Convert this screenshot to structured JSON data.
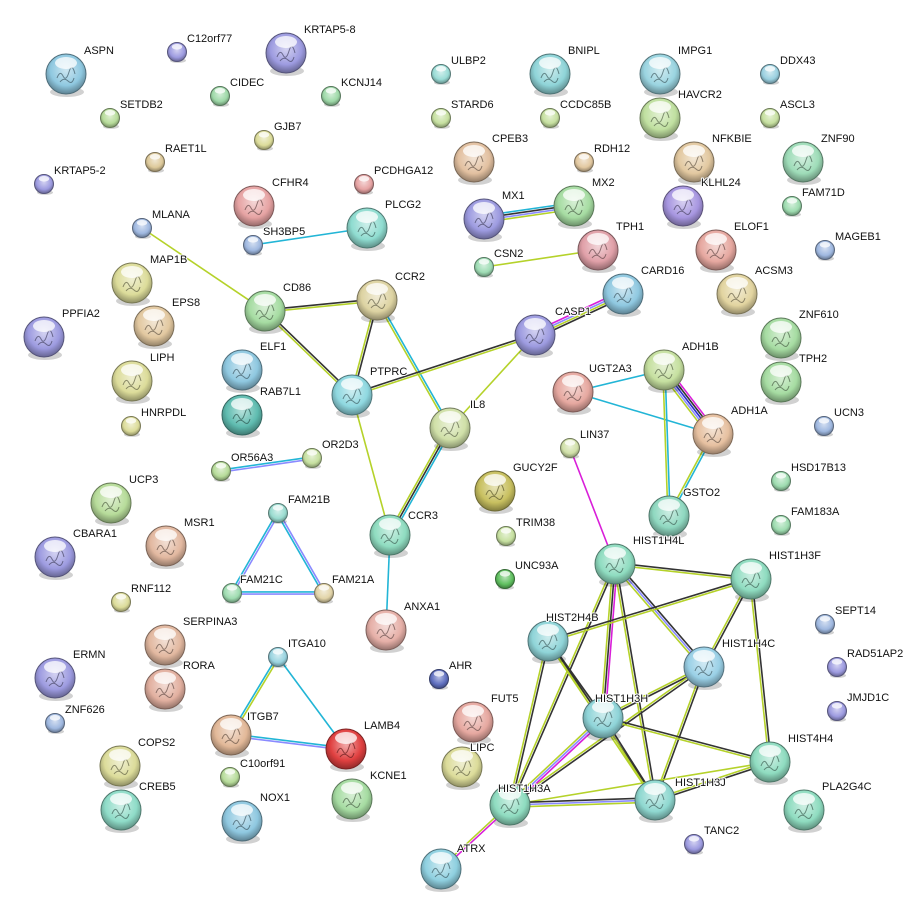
{
  "title": "Protein interaction network",
  "edge_colors": {
    "coexpression": "#333333",
    "textmining": "#b5d22a",
    "database": "#22b5d6",
    "experiment": "#d91ed9",
    "homology": "#8a8aff",
    "neighborhood": "#2a2ac8"
  },
  "nodes": [
    {
      "id": "ASPN",
      "c": "#8fc8e0",
      "big": true
    },
    {
      "id": "C12orf77",
      "c": "#9d9be0",
      "big": false
    },
    {
      "id": "KRTAP5-8",
      "c": "#9d9be0",
      "big": true
    },
    {
      "id": "CIDEC",
      "c": "#9ed9a8",
      "big": false
    },
    {
      "id": "KCNJ14",
      "c": "#9ed9a8",
      "big": false
    },
    {
      "id": "SETDB2",
      "c": "#b7dc9a",
      "big": false
    },
    {
      "id": "GJB7",
      "c": "#dcdc9a",
      "big": false
    },
    {
      "id": "RAET1L",
      "c": "#ddc99a",
      "big": false
    },
    {
      "id": "KRTAP5-2",
      "c": "#9d9be0",
      "big": false
    },
    {
      "id": "CFHR4",
      "c": "#e6a3a3",
      "big": true
    },
    {
      "id": "PCDHGA12",
      "c": "#e6a3a3",
      "big": false
    },
    {
      "id": "MLANA",
      "c": "#9fb8e0",
      "big": false
    },
    {
      "id": "SH3BP5",
      "c": "#9fb8e0",
      "big": false
    },
    {
      "id": "PLCG2",
      "c": "#8fdcd0",
      "big": true
    },
    {
      "id": "MAP1B",
      "c": "#dcdc9a",
      "big": true
    },
    {
      "id": "CD86",
      "c": "#a6dca2",
      "big": true
    },
    {
      "id": "CCR2",
      "c": "#ddd3a2",
      "big": true
    },
    {
      "id": "ULBP2",
      "c": "#9adcd6",
      "big": false
    },
    {
      "id": "STARD6",
      "c": "#c6e0a0",
      "big": false
    },
    {
      "id": "CPEB3",
      "c": "#e2c0a0",
      "big": true
    },
    {
      "id": "BNIPL",
      "c": "#8fd4d8",
      "big": true
    },
    {
      "id": "CCDC85B",
      "c": "#c6e0a0",
      "big": false
    },
    {
      "id": "RDH12",
      "c": "#e2c8a0",
      "big": false
    },
    {
      "id": "MX1",
      "c": "#9d9be0",
      "big": true
    },
    {
      "id": "MX2",
      "c": "#a6dca2",
      "big": true
    },
    {
      "id": "CSN2",
      "c": "#9edcb4",
      "big": false
    },
    {
      "id": "TPH1",
      "c": "#e0a0a8",
      "big": true
    },
    {
      "id": "IMPG1",
      "c": "#9ad4e0",
      "big": true
    },
    {
      "id": "HAVCR2",
      "c": "#c0e0a0",
      "big": true
    },
    {
      "id": "NFKBIE",
      "c": "#e2c8a0",
      "big": true
    },
    {
      "id": "KLHL24",
      "c": "#a796e0",
      "big": true
    },
    {
      "id": "DDX43",
      "c": "#9ad0e0",
      "big": false
    },
    {
      "id": "ASCL3",
      "c": "#c6e0a0",
      "big": false
    },
    {
      "id": "ZNF90",
      "c": "#9edcb8",
      "big": true
    },
    {
      "id": "FAM71D",
      "c": "#9edcb0",
      "big": false
    },
    {
      "id": "ELOF1",
      "c": "#e6a8a0",
      "big": true
    },
    {
      "id": "MAGEB1",
      "c": "#9fb8e0",
      "big": false
    },
    {
      "id": "CARD16",
      "c": "#8fc8e0",
      "big": true
    },
    {
      "id": "ACSM3",
      "c": "#e2d4a0",
      "big": true
    },
    {
      "id": "CASP1",
      "c": "#9d9be0",
      "big": true
    },
    {
      "id": "PPFIA2",
      "c": "#9d9be0",
      "big": true
    },
    {
      "id": "EPS8",
      "c": "#e2c8a0",
      "big": true
    },
    {
      "id": "LIPH",
      "c": "#dcdc9a",
      "big": true
    },
    {
      "id": "HNRPDL",
      "c": "#dcdc9a",
      "big": false
    },
    {
      "id": "ELF1",
      "c": "#8fc8e0",
      "big": true
    },
    {
      "id": "RAB7L1",
      "c": "#5fbcb0",
      "big": true
    },
    {
      "id": "PTPRC",
      "c": "#8fd8e0",
      "big": true
    },
    {
      "id": "IL8",
      "c": "#d0e0a8",
      "big": true
    },
    {
      "id": "UGT2A3",
      "c": "#e6a8a0",
      "big": true
    },
    {
      "id": "ADH1B",
      "c": "#c6e0a0",
      "big": true
    },
    {
      "id": "ADH1A",
      "c": "#e6c0a0",
      "big": true
    },
    {
      "id": "ZNF610",
      "c": "#a6dca2",
      "big": true
    },
    {
      "id": "TPH2",
      "c": "#a6dca2",
      "big": true
    },
    {
      "id": "UCN3",
      "c": "#9fb8e0",
      "big": false
    },
    {
      "id": "LIN37",
      "c": "#d0e0a8",
      "big": false
    },
    {
      "id": "GUCY2F",
      "c": "#c8c060",
      "big": true
    },
    {
      "id": "OR56A3",
      "c": "#b7dc9a",
      "big": false
    },
    {
      "id": "OR2D3",
      "c": "#c6e0a0",
      "big": false
    },
    {
      "id": "GSTO2",
      "c": "#8fd8c0",
      "big": true
    },
    {
      "id": "HSD17B13",
      "c": "#9edcb0",
      "big": false
    },
    {
      "id": "FAM183A",
      "c": "#9edcb0",
      "big": false
    },
    {
      "id": "UCP3",
      "c": "#b7dc9a",
      "big": true
    },
    {
      "id": "CBARA1",
      "c": "#9d9be0",
      "big": true
    },
    {
      "id": "MSR1",
      "c": "#e2b8a0",
      "big": true
    },
    {
      "id": "FAM21B",
      "c": "#9adcd0",
      "big": false
    },
    {
      "id": "FAM21C",
      "c": "#9edcb0",
      "big": false
    },
    {
      "id": "FAM21A",
      "c": "#e2d4a8",
      "big": false
    },
    {
      "id": "CCR3",
      "c": "#8fdcc0",
      "big": true
    },
    {
      "id": "TRIM38",
      "c": "#c6e0a0",
      "big": false
    },
    {
      "id": "UNC93A",
      "c": "#5fbf5f",
      "big": false
    },
    {
      "id": "RNF112",
      "c": "#dcdc9a",
      "big": false
    },
    {
      "id": "SERPINA3",
      "c": "#e2b8a0",
      "big": true
    },
    {
      "id": "RORA",
      "c": "#e2b0a0",
      "big": true
    },
    {
      "id": "ANXA1",
      "c": "#e6b0a8",
      "big": true
    },
    {
      "id": "ERMN",
      "c": "#9d9be0",
      "big": true
    },
    {
      "id": "ZNF626",
      "c": "#9fb8e0",
      "big": false
    },
    {
      "id": "ITGA10",
      "c": "#9ad4e0",
      "big": false
    },
    {
      "id": "ITGB7",
      "c": "#e2b898",
      "big": true
    },
    {
      "id": "LAMB4",
      "c": "#e04040",
      "big": true
    },
    {
      "id": "C10orf91",
      "c": "#b7dc9a",
      "big": false
    },
    {
      "id": "COPS2",
      "c": "#dcdc9a",
      "big": true
    },
    {
      "id": "CREB5",
      "c": "#8fdcc8",
      "big": true
    },
    {
      "id": "NOX1",
      "c": "#8fc8e0",
      "big": true
    },
    {
      "id": "KCNE1",
      "c": "#a6dca2",
      "big": true
    },
    {
      "id": "AHR",
      "c": "#6070c0",
      "big": false
    },
    {
      "id": "FUT5",
      "c": "#e6a8a0",
      "big": true
    },
    {
      "id": "LIPC",
      "c": "#dcdc9a",
      "big": true
    },
    {
      "id": "HIST1H4L",
      "c": "#8fdcc0",
      "big": true
    },
    {
      "id": "HIST1H3F",
      "c": "#8fdcc0",
      "big": true
    },
    {
      "id": "HIST2H4B",
      "c": "#8fd4d8",
      "big": true
    },
    {
      "id": "HIST1H4C",
      "c": "#9ad0e6",
      "big": true
    },
    {
      "id": "HIST1H3H",
      "c": "#8fd4d8",
      "big": true
    },
    {
      "id": "HIST4H4",
      "c": "#8fdcc0",
      "big": true
    },
    {
      "id": "HIST1H3A",
      "c": "#8fdcc0",
      "big": true
    },
    {
      "id": "HIST1H3J",
      "c": "#8fd8d0",
      "big": true
    },
    {
      "id": "PLA2G4C",
      "c": "#8fdcc0",
      "big": true
    },
    {
      "id": "SEPT14",
      "c": "#9fb8e0",
      "big": false
    },
    {
      "id": "RAD51AP2",
      "c": "#9d9be0",
      "big": false
    },
    {
      "id": "JMJD1C",
      "c": "#9d9be0",
      "big": false
    },
    {
      "id": "TANC2",
      "c": "#9d9be0",
      "big": false
    },
    {
      "id": "ATRX",
      "c": "#8fd0e0",
      "big": true
    }
  ],
  "edges": [
    {
      "a": "MLANA",
      "b": "CD86",
      "types": [
        "textmining"
      ]
    },
    {
      "a": "SH3BP5",
      "b": "PLCG2",
      "types": [
        "database"
      ]
    },
    {
      "a": "CD86",
      "b": "CCR2",
      "types": [
        "coexpression",
        "textmining"
      ]
    },
    {
      "a": "CD86",
      "b": "PTPRC",
      "types": [
        "coexpression",
        "textmining"
      ]
    },
    {
      "a": "CCR2",
      "b": "PTPRC",
      "types": [
        "coexpression",
        "textmining"
      ]
    },
    {
      "a": "CCR2",
      "b": "IL8",
      "types": [
        "database",
        "textmining"
      ]
    },
    {
      "a": "PTPRC",
      "b": "CASP1",
      "types": [
        "coexpression",
        "textmining"
      ]
    },
    {
      "a": "PTPRC",
      "b": "CCR3",
      "types": [
        "textmining"
      ]
    },
    {
      "a": "IL8",
      "b": "CCR3",
      "types": [
        "database",
        "coexpression",
        "textmining"
      ]
    },
    {
      "a": "IL8",
      "b": "CASP1",
      "types": [
        "textmining"
      ]
    },
    {
      "a": "CASP1",
      "b": "CARD16",
      "types": [
        "experiment",
        "homology",
        "textmining",
        "coexpression"
      ]
    },
    {
      "a": "MX1",
      "b": "MX2",
      "types": [
        "database",
        "coexpression",
        "homology",
        "textmining"
      ]
    },
    {
      "a": "CSN2",
      "b": "TPH1",
      "types": [
        "textmining"
      ]
    },
    {
      "a": "OR56A3",
      "b": "OR2D3",
      "types": [
        "database",
        "homology"
      ]
    },
    {
      "a": "FAM21B",
      "b": "FAM21C",
      "types": [
        "homology",
        "database"
      ]
    },
    {
      "a": "FAM21B",
      "b": "FAM21A",
      "types": [
        "homology",
        "database"
      ]
    },
    {
      "a": "FAM21C",
      "b": "FAM21A",
      "types": [
        "database",
        "homology"
      ]
    },
    {
      "a": "CCR3",
      "b": "ANXA1",
      "types": [
        "database"
      ]
    },
    {
      "a": "UGT2A3",
      "b": "ADH1B",
      "types": [
        "database"
      ]
    },
    {
      "a": "UGT2A3",
      "b": "ADH1A",
      "types": [
        "database"
      ]
    },
    {
      "a": "ADH1B",
      "b": "ADH1A",
      "types": [
        "experiment",
        "coexpression",
        "neighborhood",
        "homology",
        "textmining"
      ]
    },
    {
      "a": "ADH1B",
      "b": "GSTO2",
      "types": [
        "database",
        "textmining"
      ]
    },
    {
      "a": "ADH1A",
      "b": "GSTO2",
      "types": [
        "database",
        "textmining"
      ]
    },
    {
      "a": "LIN37",
      "b": "HIST1H4L",
      "types": [
        "experiment"
      ]
    },
    {
      "a": "ITGA10",
      "b": "ITGB7",
      "types": [
        "textmining",
        "database"
      ]
    },
    {
      "a": "ITGA10",
      "b": "LAMB4",
      "types": [
        "database"
      ]
    },
    {
      "a": "ITGB7",
      "b": "LAMB4",
      "types": [
        "database",
        "homology"
      ]
    },
    {
      "a": "HIST1H4L",
      "b": "HIST1H3F",
      "types": [
        "coexpression",
        "textmining"
      ]
    },
    {
      "a": "HIST1H4L",
      "b": "HIST1H4C",
      "types": [
        "coexpression",
        "homology",
        "textmining"
      ]
    },
    {
      "a": "HIST1H4L",
      "b": "HIST1H3H",
      "types": [
        "experiment",
        "coexpression",
        "textmining"
      ]
    },
    {
      "a": "HIST1H4L",
      "b": "HIST1H3A",
      "types": [
        "coexpression",
        "textmining"
      ]
    },
    {
      "a": "HIST1H4L",
      "b": "HIST1H3J",
      "types": [
        "coexpression",
        "textmining"
      ]
    },
    {
      "a": "HIST2H4B",
      "b": "HIST1H3F",
      "types": [
        "coexpression",
        "textmining"
      ]
    },
    {
      "a": "HIST2H4B",
      "b": "HIST1H3H",
      "types": [
        "coexpression",
        "textmining"
      ]
    },
    {
      "a": "HIST2H4B",
      "b": "HIST1H3A",
      "types": [
        "coexpression",
        "textmining"
      ]
    },
    {
      "a": "HIST2H4B",
      "b": "HIST1H3J",
      "types": [
        "coexpression",
        "textmining"
      ]
    },
    {
      "a": "HIST1H3F",
      "b": "HIST1H4C",
      "types": [
        "coexpression",
        "textmining"
      ]
    },
    {
      "a": "HIST1H3F",
      "b": "HIST4H4",
      "types": [
        "coexpression",
        "textmining"
      ]
    },
    {
      "a": "HIST1H4C",
      "b": "HIST1H3H",
      "types": [
        "coexpression",
        "textmining"
      ]
    },
    {
      "a": "HIST1H4C",
      "b": "HIST1H3A",
      "types": [
        "coexpression",
        "textmining"
      ]
    },
    {
      "a": "HIST1H4C",
      "b": "HIST1H3J",
      "types": [
        "coexpression",
        "textmining"
      ]
    },
    {
      "a": "HIST1H3H",
      "b": "HIST4H4",
      "types": [
        "coexpression",
        "textmining"
      ]
    },
    {
      "a": "HIST1H3H",
      "b": "HIST1H3A",
      "types": [
        "experiment",
        "homology",
        "textmining"
      ]
    },
    {
      "a": "HIST1H3H",
      "b": "HIST1H3J",
      "types": [
        "coexpression",
        "textmining"
      ]
    },
    {
      "a": "HIST4H4",
      "b": "HIST1H3A",
      "types": [
        "textmining"
      ]
    },
    {
      "a": "HIST4H4",
      "b": "HIST1H3J",
      "types": [
        "coexpression",
        "textmining"
      ]
    },
    {
      "a": "HIST1H3A",
      "b": "HIST1H3J",
      "types": [
        "coexpression",
        "homology",
        "textmining"
      ]
    },
    {
      "a": "HIST1H3A",
      "b": "ATRX",
      "types": [
        "experiment",
        "textmining"
      ]
    }
  ]
}
